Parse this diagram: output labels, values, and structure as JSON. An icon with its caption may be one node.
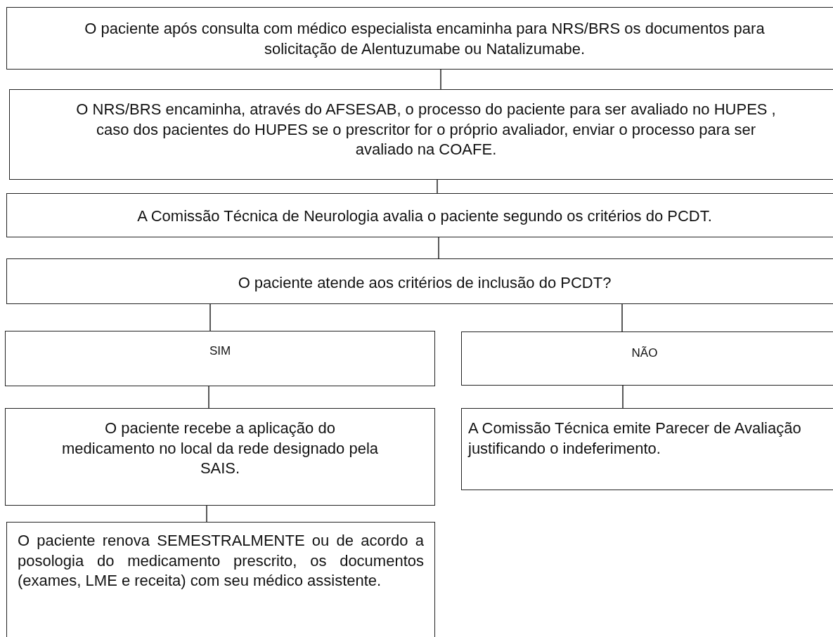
{
  "diagram": {
    "nodes": [
      {
        "text": [
          "O paciente após consulta com médico especialista encaminha para NRS/BRS os documentos para solicitação de Alentuzumabe ou Natalizumabe."
        ]
      },
      {
        "text": [
          "O NRS/BRS encaminha, através do AFSESAB, o processo do paciente para ser avaliado no HUPES , caso dos pacientes do HUPES se o prescritor for o próprio avaliador, enviar o processo para ser avaliado na COAFE."
        ]
      },
      {
        "text": [
          "A Comissão Técnica de Neurologia avalia o paciente segundo os critérios do PCDT."
        ]
      },
      {
        "text": [
          "O paciente atende aos critérios de inclusão do PCDT?"
        ]
      },
      {
        "text": [
          "SIM"
        ]
      },
      {
        "text": [
          "NÃO"
        ]
      },
      {
        "text": [
          "O paciente recebe a aplicação do medicamento no local da rede designado pela SAIS."
        ]
      },
      {
        "text": [
          "A Comissão Técnica emite Parecer de Avaliação justificando o indeferimento."
        ]
      },
      {
        "text": [
          "O paciente renova SEMESTRALMENTE ou de acordo a posologia do medicamento prescrito, os documentos (exames, LME e receita) com seu médico assistente."
        ]
      }
    ],
    "edges": [
      {
        "from": 0,
        "to": 1,
        "arrow": "none"
      },
      {
        "from": 1,
        "to": 2,
        "arrow": "none"
      },
      {
        "from": 2,
        "to": 3,
        "arrow": "none"
      },
      {
        "from": 3,
        "to": 4,
        "arrow": "none"
      },
      {
        "from": 3,
        "to": 5,
        "arrow": "none"
      },
      {
        "from": 4,
        "to": 6,
        "arrow": "none"
      },
      {
        "from": 5,
        "to": 7,
        "arrow": "none"
      },
      {
        "from": 6,
        "to": 8,
        "arrow": "none"
      }
    ]
  }
}
